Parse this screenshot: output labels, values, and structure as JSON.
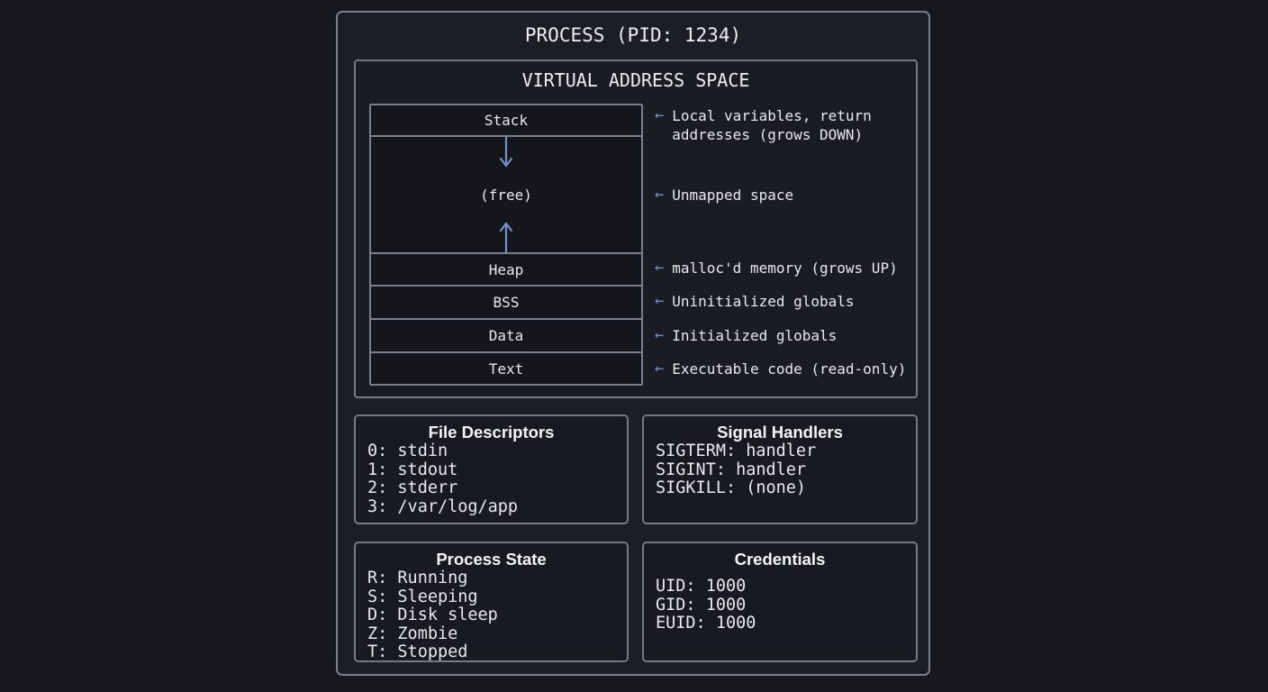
{
  "glyphs": {
    "left_arrow": "←"
  },
  "colors": {
    "page_bg": "#16181d",
    "box_bg": "#1b1e24",
    "border": "#79818d",
    "text": "#e8eaee",
    "accent_blue": "#7492c8"
  },
  "process": {
    "title": "PROCESS (PID: 1234)"
  },
  "vas": {
    "title": "VIRTUAL ADDRESS SPACE",
    "segments": [
      {
        "label": "Stack",
        "annotation_lines": [
          "Local variables, return",
          "addresses (grows DOWN)"
        ]
      },
      {
        "label": "(free)",
        "annotation_lines": [
          "Unmapped space"
        ]
      },
      {
        "label": "Heap",
        "annotation_lines": [
          "malloc'd memory (grows UP)"
        ]
      },
      {
        "label": "BSS",
        "annotation_lines": [
          "Uninitialized globals"
        ]
      },
      {
        "label": "Data",
        "annotation_lines": [
          "Initialized globals"
        ]
      },
      {
        "label": "Text",
        "annotation_lines": [
          "Executable code (read-only)"
        ]
      }
    ],
    "grow_arrows": {
      "down": "grows-down",
      "up": "grows-up"
    }
  },
  "panels": [
    {
      "title": "File Descriptors",
      "lines": [
        "0: stdin",
        "1: stdout",
        "2: stderr",
        "3: /var/log/app"
      ]
    },
    {
      "title": "Signal Handlers",
      "lines": [
        "SIGTERM: handler",
        "SIGINT: handler",
        "SIGKILL: (none)"
      ]
    },
    {
      "title": "Process State",
      "lines": [
        "R: Running",
        "S: Sleeping",
        "D: Disk sleep",
        "Z: Zombie",
        "T: Stopped"
      ]
    },
    {
      "title": "Credentials",
      "lines": [
        "UID: 1000",
        "GID: 1000",
        "EUID: 1000"
      ]
    }
  ]
}
